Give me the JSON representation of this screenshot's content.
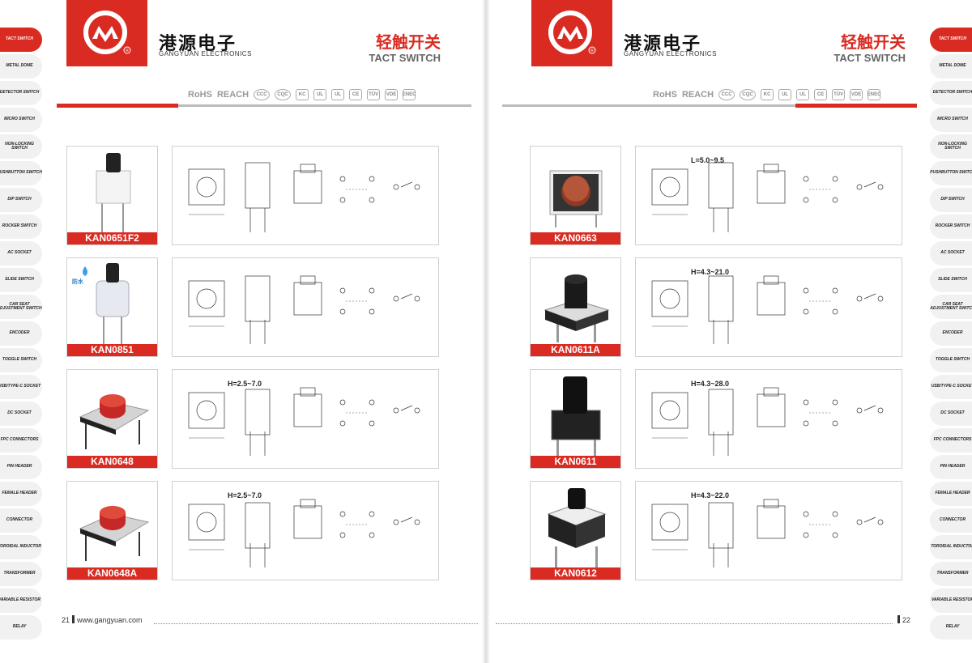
{
  "side_tabs": [
    "TACT SWITCH",
    "METAL DOME",
    "DETECTOR SWITCH",
    "MICRO SWITCH",
    "NON-LOCKING SWITCH",
    "PUSHBUTTON SWITCH",
    "DIP SWITCH",
    "ROCKER SWITCH",
    "AC SOCKET",
    "SLIDE SWITCH",
    "CAR SEAT ADJUSTMENT SWITCH",
    "ENCODER",
    "TOGGLE SWITCH",
    "USB/Type-C SOCKET",
    "DC SOCKET",
    "FPC CONNECTORS",
    "PIN HEADER",
    "FEMALE HEADER",
    "CONNECTOR",
    "TOROIDAL INDUCTOR",
    "TRANSFORMER",
    "VARIABLE RESISTOR",
    "RELAY"
  ],
  "brand": {
    "cn": "港源电子",
    "en": "GANGYUAN ELECTRONICS",
    "reg": "R"
  },
  "title": {
    "cn": "轻触开关",
    "en": "TACT SWITCH"
  },
  "certs": {
    "rohs": "RoHS",
    "reach": "REACH",
    "icons": [
      "CCC",
      "CQC",
      "KC",
      "UL",
      "UL",
      "CE",
      "TÜV",
      "VDE",
      "ENEC"
    ]
  },
  "left_products": [
    {
      "model": "KAN0651F2",
      "height": "",
      "badge": ""
    },
    {
      "model": "KAN0851",
      "height": "",
      "badge": "防水"
    },
    {
      "model": "KAN0648",
      "height": "H=2.5~7.0",
      "badge": ""
    },
    {
      "model": "KAN0648A",
      "height": "H=2.5~7.0",
      "badge": ""
    }
  ],
  "right_products": [
    {
      "model": "KAN0663",
      "height": "L=5.0~9.5"
    },
    {
      "model": "KAN0611A",
      "height": "H=4.3~21.0"
    },
    {
      "model": "KAN0611",
      "height": "H=4.3~28.0"
    },
    {
      "model": "KAN0612",
      "height": "H=4.3~22.0"
    }
  ],
  "footer": {
    "left_page": "21",
    "website": "www.gangyuan.com",
    "right_page": "22"
  },
  "colors": {
    "brand_red": "#d92b22",
    "tab_gray": "#f1f1f1",
    "border": "#d0d0d0"
  }
}
